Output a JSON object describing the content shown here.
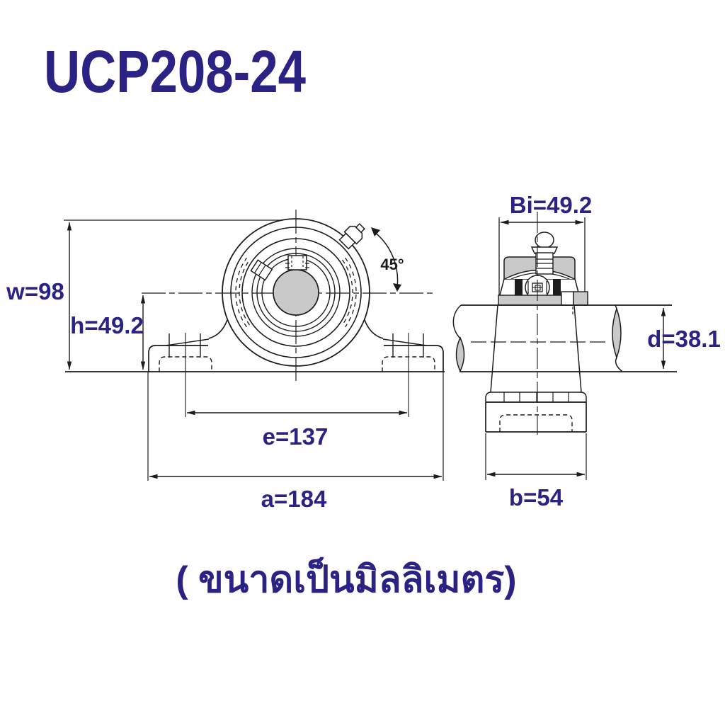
{
  "page": {
    "title": "UCP208-24",
    "caption": "( ขนาดเป็นมิลลิเมตร)"
  },
  "colors": {
    "label_navy": "#2b2384",
    "line_black": "#1c1c1c",
    "section_gray": "#c9c9c9",
    "background": "#ffffff"
  },
  "front_view": {
    "dim_w": "w=98",
    "dim_h": "h=49.2",
    "dim_e": "e=137",
    "dim_a": "a=184",
    "angle": "45°"
  },
  "side_view": {
    "dim_bi": "Bi=49.2",
    "dim_d": "d=38.1",
    "dim_b": "b=54"
  }
}
